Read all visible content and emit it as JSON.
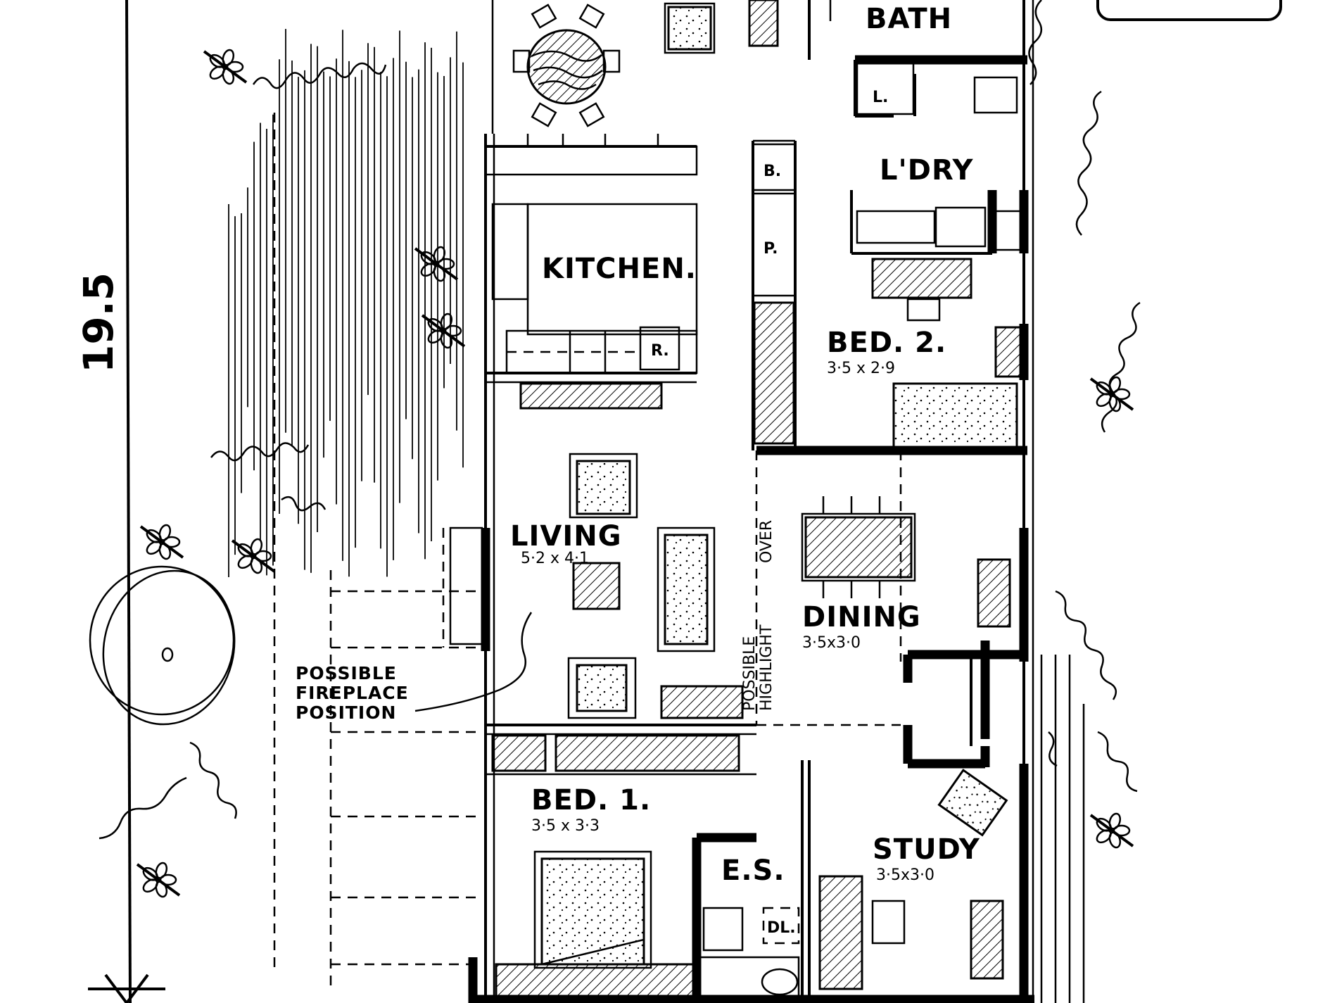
{
  "rooms": {
    "bath": "BATH",
    "laundry": "L'DRY",
    "laundry_tub": "L.",
    "kitchen": "KITCHEN.",
    "bin": "B.",
    "pantry": "P.",
    "fridge": "R.",
    "bed2": "BED. 2.",
    "bed2_dim": "3·5 x 2·9",
    "living": "LIVING",
    "living_dim": "5·2 x 4·1",
    "dining": "DINING",
    "dining_dim": "3·5x3·0",
    "bed1": "BED. 1.",
    "bed1_dim": "3·5 x 3·3",
    "ensuite": "E.S.",
    "linen": "DL.",
    "study": "STUDY",
    "study_dim": "3·5x3·0"
  },
  "notes": {
    "fireplace_line1": "POSSIBLE",
    "fireplace_line2": "FIREPLACE",
    "fireplace_line3": "POSITION",
    "highlight_line1": "POSSIBLE",
    "highlight_line2": "HIGHLIGHT",
    "highlight_line3": "OVER"
  },
  "dimensions": {
    "site_depth": "19.5"
  }
}
